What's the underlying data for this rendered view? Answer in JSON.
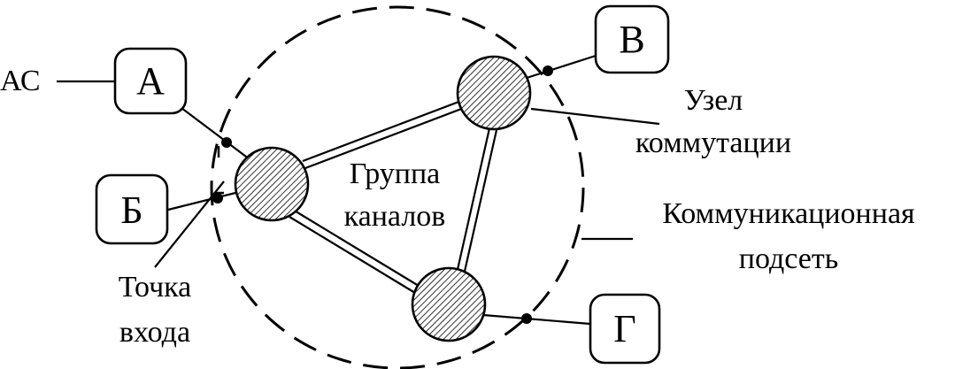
{
  "terminals": {
    "a": "А",
    "b": "Б",
    "v": "В",
    "g": "Г"
  },
  "labels": {
    "as": "АС",
    "node_line1": "Узел",
    "node_line2": "коммутации",
    "group_line1": "Группа",
    "group_line2": "каналов",
    "subnet_line1": "Коммуникационная",
    "subnet_line2": "подсеть",
    "entry_line1": "Точка",
    "entry_line2": "входа"
  },
  "colors": {
    "stroke": "#000000",
    "background": "#ffffff",
    "node_hatch": "#000000"
  }
}
